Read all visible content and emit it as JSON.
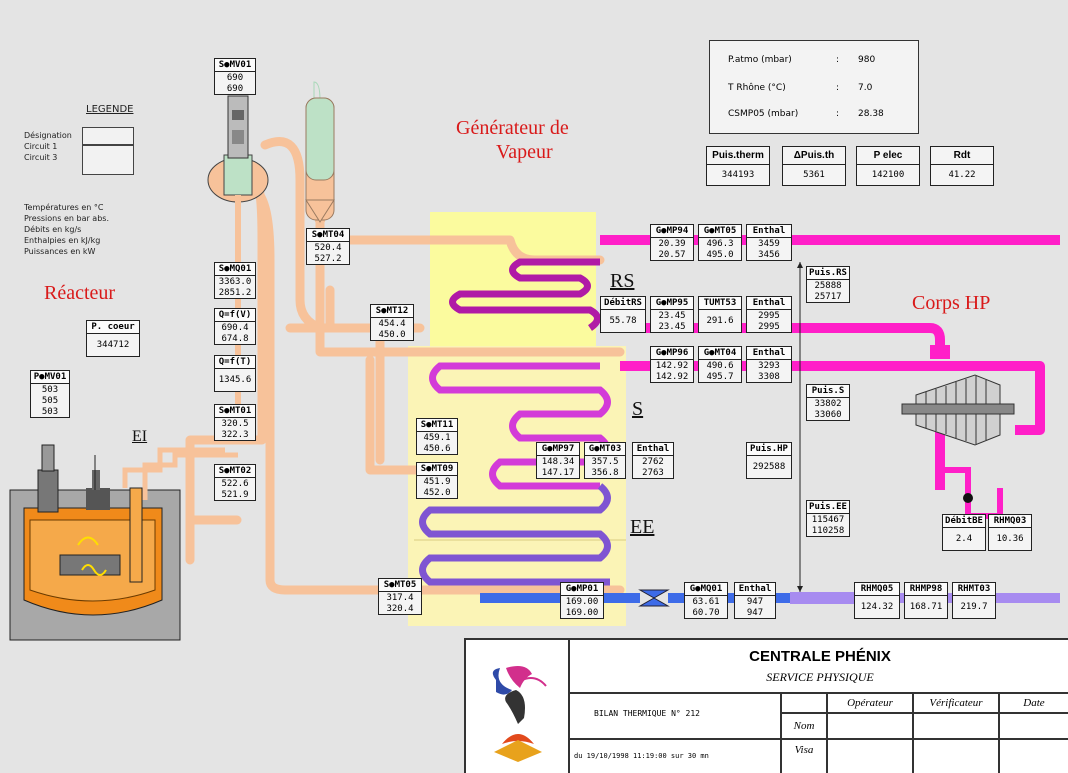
{
  "labels": {
    "reactor": "Réacteur",
    "steam_generator_line1": "Générateur de",
    "steam_generator_line2": "Vapeur",
    "hp_body": "Corps HP",
    "ei": "EI",
    "rs": "RS",
    "s": "S",
    "ee": "EE"
  },
  "legend": {
    "title": "LEGENDE",
    "items": [
      "Désignation",
      "Circuit 1",
      "Circuit 3"
    ],
    "units": [
      "Températures en °C",
      "Pressions en bar abs.",
      "Débits en kg/s",
      "Enthalpies en kJ/kg",
      "Puissances en kW"
    ]
  },
  "conditions": [
    {
      "label": "P.atmo (mbar)",
      "sep": ":",
      "value": "980"
    },
    {
      "label": "T Rhône (°C)",
      "sep": ":",
      "value": "7.0"
    },
    {
      "label": "CSMP05 (mbar)",
      "sep": ":",
      "value": "28.38"
    }
  ],
  "kpis": [
    {
      "label": "Puis.therm",
      "value": "344193"
    },
    {
      "label": "ΔPuis.th",
      "value": "5361"
    },
    {
      "label": "P elec",
      "value": "142100"
    },
    {
      "label": "Rdt",
      "value": "41.22"
    }
  ],
  "tags": {
    "smv01": {
      "name": "S●MV01",
      "values": [
        "690",
        "690"
      ]
    },
    "smq01": {
      "name": "S●MQ01",
      "values": [
        "3363.0",
        "2851.2"
      ]
    },
    "qfv": {
      "name": "Q=f(V)",
      "values": [
        "690.4",
        "674.8"
      ]
    },
    "qft": {
      "name": "Q=f(T)",
      "values": [
        "1345.6"
      ]
    },
    "smt01": {
      "name": "S●MT01",
      "values": [
        "320.5",
        "322.3"
      ]
    },
    "smt02": {
      "name": "S●MT02",
      "values": [
        "522.6",
        "521.9"
      ]
    },
    "smt04": {
      "name": "S●MT04",
      "values": [
        "520.4",
        "527.2"
      ]
    },
    "smt12": {
      "name": "S●MT12",
      "values": [
        "454.4",
        "450.0"
      ]
    },
    "smt11": {
      "name": "S●MT11",
      "values": [
        "459.1",
        "450.6"
      ]
    },
    "smt09": {
      "name": "S●MT09",
      "values": [
        "451.9",
        "452.0"
      ]
    },
    "smt05": {
      "name": "S●MT05",
      "values": [
        "317.4",
        "320.4"
      ]
    },
    "pcoeur": {
      "name": "P. coeur",
      "values": [
        "344712"
      ]
    },
    "pmv01": {
      "name": "P●MV01",
      "values": [
        "503",
        "505",
        "503"
      ]
    },
    "gmp94": {
      "name": "G●MP94",
      "values": [
        "20.39",
        "20.57"
      ]
    },
    "gmt05": {
      "name": "G●MT05",
      "values": [
        "496.3",
        "495.0"
      ]
    },
    "enthal_rs_out": {
      "name": "Enthal",
      "values": [
        "3459",
        "3456"
      ]
    },
    "puis_rs": {
      "name": "Puis.RS",
      "values": [
        "25888",
        "25717"
      ]
    },
    "debit_rs": {
      "name": "DébitRS",
      "values": [
        "55.78"
      ]
    },
    "gmp95": {
      "name": "G●MP95",
      "values": [
        "23.45",
        "23.45"
      ]
    },
    "tumt53": {
      "name": "TUMT53",
      "values": [
        "291.6"
      ]
    },
    "enthal_rs_in": {
      "name": "Enthal",
      "values": [
        "2995",
        "2995"
      ]
    },
    "gmp96": {
      "name": "G●MP96",
      "values": [
        "142.92",
        "142.92"
      ]
    },
    "gmt04": {
      "name": "G●MT04",
      "values": [
        "490.6",
        "495.7"
      ]
    },
    "enthal_s": {
      "name": "Enthal",
      "values": [
        "3293",
        "3308"
      ]
    },
    "puis_s": {
      "name": "Puis.S",
      "values": [
        "33802",
        "33060"
      ]
    },
    "gmp97": {
      "name": "G●MP97",
      "values": [
        "148.34",
        "147.17"
      ]
    },
    "gmt03": {
      "name": "G●MT03",
      "values": [
        "357.5",
        "356.8"
      ]
    },
    "enthal_mid": {
      "name": "Enthal",
      "values": [
        "2762",
        "2763"
      ]
    },
    "puis_hp": {
      "name": "Puis.HP",
      "values": [
        "292588"
      ]
    },
    "puis_ee": {
      "name": "Puis.EE",
      "values": [
        "115467",
        "110258"
      ]
    },
    "gmp01": {
      "name": "G●MP01",
      "values": [
        "169.00",
        "169.00"
      ]
    },
    "gmq01": {
      "name": "G●MQ01",
      "values": [
        "63.61",
        "60.70"
      ]
    },
    "enthal_ee": {
      "name": "Enthal",
      "values": [
        "947",
        "947"
      ]
    },
    "rhmq05": {
      "name": "RHMQ05",
      "values": [
        "124.32"
      ]
    },
    "rhmp98": {
      "name": "RHMP98",
      "values": [
        "168.71"
      ]
    },
    "rhmt03": {
      "name": "RHMT03",
      "values": [
        "219.7"
      ]
    },
    "debit_be": {
      "name": "DébitBE",
      "values": [
        "2.4"
      ]
    },
    "rhmq03": {
      "name": "RHMQ03",
      "values": [
        "10.36"
      ]
    }
  },
  "cartouche": {
    "title": "CENTRALE PHÉNIX",
    "subtitle": "SERVICE PHYSIQUE",
    "doc": "BILAN THERMIQUE N° 212",
    "date_line": "du 19/10/1998 11:19:00 sur 30 mn",
    "col_operateur": "Opérateur",
    "col_verificateur": "Vérificateur",
    "col_date": "Date",
    "row_nom": "Nom",
    "row_visa": "Visa"
  },
  "colors": {
    "sodium_secondary": "#f7c29a",
    "steam_superheated": "#ff1fc8",
    "water": "#3d6be8",
    "steam_gen_body": "#fbfb9e",
    "sodium_primary": "#f08a1a",
    "title_red": "#d91a1a"
  }
}
